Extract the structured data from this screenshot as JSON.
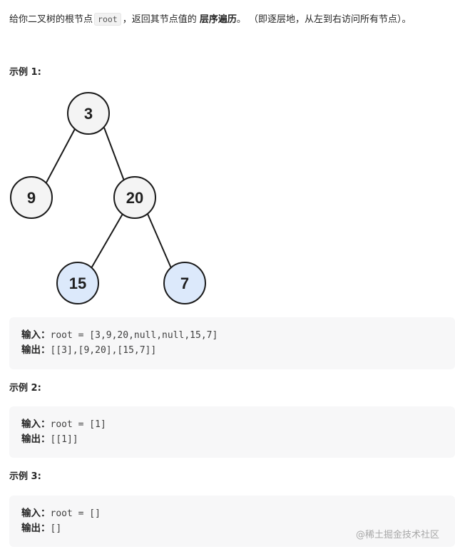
{
  "intro": {
    "part1": "给你二叉树的根节点",
    "code": "root",
    "part2": "，返回其节点值的",
    "bold": "层序遍历",
    "part3": "。 （即逐层地，从左到右访问所有节点）。"
  },
  "examples": [
    {
      "title": "示例 1:",
      "input_label": "输入：",
      "input_value": "root = [3,9,20,null,null,15,7]",
      "output_label": "输出：",
      "output_value": "[[3],[9,20],[15,7]]"
    },
    {
      "title": "示例 2:",
      "input_label": "输入：",
      "input_value": "root = [1]",
      "output_label": "输出：",
      "output_value": "[[1]]"
    },
    {
      "title": "示例 3:",
      "input_label": "输入：",
      "input_value": "root = []",
      "output_label": "输出：",
      "output_value": "[]"
    }
  ],
  "tree": {
    "colors": {
      "default_fill": "#f4f4f4",
      "leaf_fill": "#dce9fb",
      "stroke": "#1a1a1a"
    },
    "nodes": [
      {
        "label": "3",
        "style": "default"
      },
      {
        "label": "9",
        "style": "default"
      },
      {
        "label": "20",
        "style": "default"
      },
      {
        "label": "15",
        "style": "leaf"
      },
      {
        "label": "7",
        "style": "leaf"
      }
    ]
  },
  "watermark": "@稀土掘金技术社区"
}
